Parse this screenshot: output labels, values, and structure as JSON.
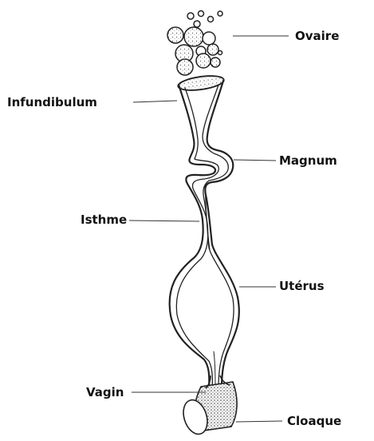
{
  "labels": {
    "ovaire": "Ovaire",
    "infundibulum": "Infundibulum",
    "magnum": "Magnum",
    "isthme": "Isthme",
    "uterus": "Utérus",
    "vagin": "Vagin",
    "cloaque": "Cloaque"
  },
  "colors": {
    "ink": "#111111",
    "line": "#222222",
    "fill": "#ffffff"
  }
}
